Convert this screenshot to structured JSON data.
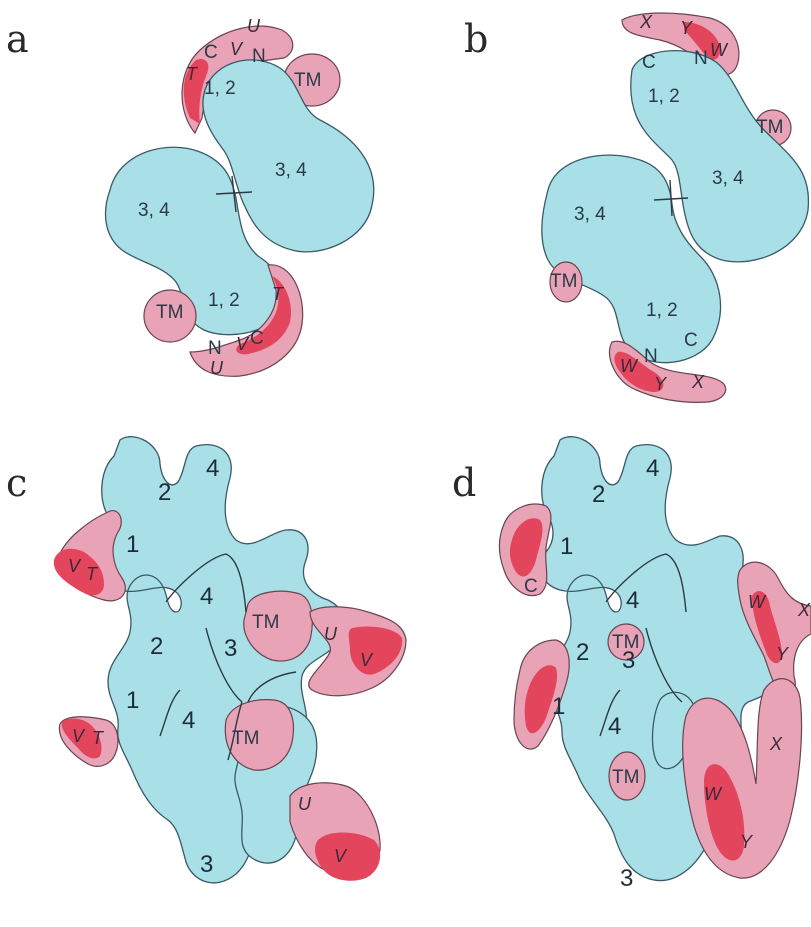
{
  "panels": {
    "a": {
      "letter": "a",
      "labels": {
        "top_U": "U",
        "top_C": "C",
        "top_V": "V",
        "top_N": "N",
        "top_T": "T",
        "top_12": "1, 2",
        "top_TM": "TM",
        "mid_34_right": "3, 4",
        "mid_34_left": "3, 4",
        "bot_12": "1, 2",
        "bot_TM": "TM",
        "bot_T": "T",
        "bot_N": "N",
        "bot_V": "V",
        "bot_C": "C",
        "bot_U": "U"
      }
    },
    "b": {
      "letter": "b",
      "labels": {
        "top_X": "X",
        "top_Y": "Y",
        "top_W": "W",
        "top_C": "C",
        "top_N": "N",
        "top_12": "1, 2",
        "right_TM": "TM",
        "mid_34_right": "3, 4",
        "mid_34_left": "3, 4",
        "left_TM": "TM",
        "bot_12": "1, 2",
        "bot_C": "C",
        "bot_N": "N",
        "bot_W": "W",
        "bot_Y": "Y",
        "bot_X": "X"
      }
    },
    "c": {
      "letter": "c",
      "labels": {
        "d4_top": "4",
        "d2_top": "2",
        "d1_top": "1",
        "v_top": "V",
        "t_top": "T",
        "d4_mid": "4",
        "tm_mid": "TM",
        "u_mid": "U",
        "v_mid": "V",
        "d3_mid": "3",
        "d2_bot": "2",
        "d1_bot": "1",
        "v_bot": "V",
        "t_bot": "T",
        "d4_bot": "4",
        "tm_bot": "TM",
        "u_bot": "U",
        "v_bot2": "V",
        "d3_bot": "3"
      }
    },
    "d": {
      "letter": "d",
      "labels": {
        "d4_top": "4",
        "d2_top": "2",
        "d1_top": "1",
        "c_top": "C",
        "d4_mid": "4",
        "tm_mid": "TM",
        "d3_mid": "3",
        "w_right": "W",
        "x_right": "X",
        "y_right": "Y",
        "d2_bot": "2",
        "d1_bot": "1",
        "d4_bot": "4",
        "tm_bot": "TM",
        "d3_bot": "3",
        "w_bot": "W",
        "x_bot": "X",
        "y_bot": "Y"
      }
    }
  },
  "colors": {
    "domain": "#a9dfe6",
    "accessory": "#e8a3b6",
    "highlight": "#e3455c"
  }
}
